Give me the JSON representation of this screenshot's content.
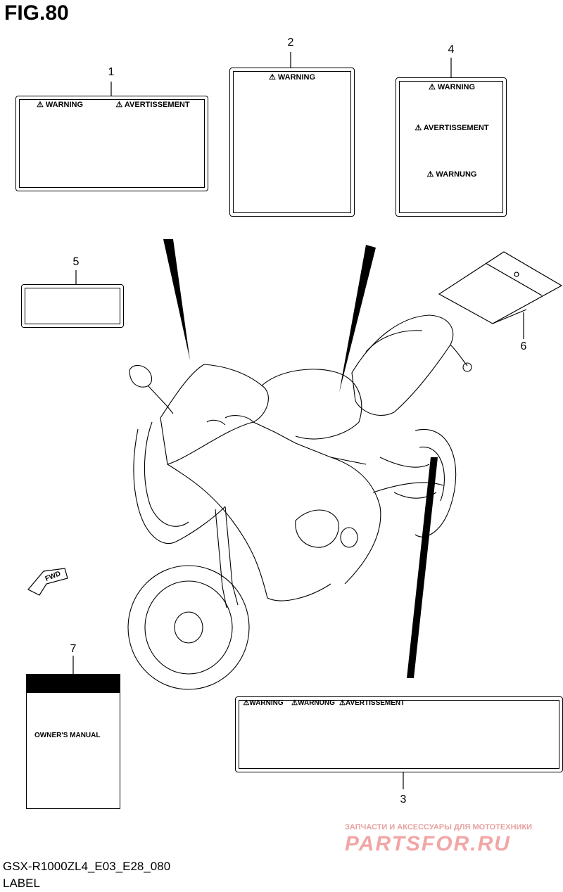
{
  "figure": {
    "title": "FIG.80",
    "code": "GSX-R1000ZL4_E03_E28_080",
    "name": "LABEL"
  },
  "callouts": [
    "1",
    "2",
    "3",
    "4",
    "5",
    "6",
    "7"
  ],
  "label1": {
    "header_left": "⚠ WARNING",
    "header_right": "⚠ AVERTISSEMENT"
  },
  "label2": {
    "header": "⚠ WARNING"
  },
  "label4": {
    "header_1": "⚠ WARNING",
    "header_2": "⚠ AVERTISSEMENT",
    "header_3": "⚠ WARNUNG"
  },
  "label3": {
    "header_1": "⚠WARNING",
    "header_2": "⚠WARNUNG",
    "header_3": "⚠AVERTISSEMENT"
  },
  "manual": {
    "title": "OWNER'S MANUAL"
  },
  "fwd_arrow": "FWD",
  "watermark": {
    "tagline": "ЗАПЧАСТИ И АКСЕССУАРЫ ДЛЯ МОТОТЕХНИКИ",
    "brand": "PARTSFOR.RU"
  },
  "icons": [
    "warning-triangle-icon",
    "fwd-arrow-icon",
    "suzuki-logo-icon"
  ]
}
